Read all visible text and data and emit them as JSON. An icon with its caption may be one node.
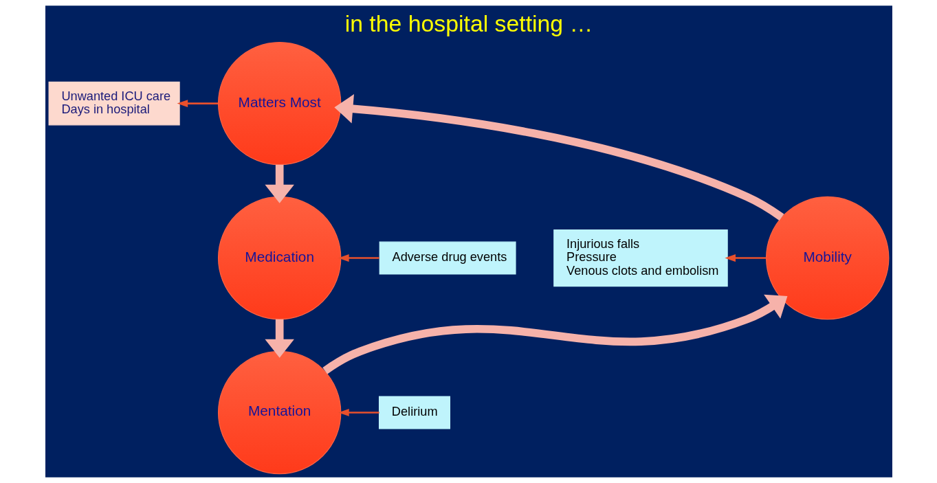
{
  "diagram": {
    "title": "in the hospital setting …",
    "nodes": [
      {
        "text": [
          "Matters Most"
        ]
      },
      {
        "text": [
          "Medication"
        ]
      },
      {
        "text": [
          "Mentation"
        ]
      },
      {
        "text": [
          "Mobility"
        ]
      },
      {
        "text": [
          "Unwanted ICU care",
          "Days in hospital"
        ]
      },
      {
        "text": [
          "Adverse drug events"
        ]
      },
      {
        "text": [
          "Delirium"
        ]
      },
      {
        "text": [
          "Injurious falls",
          "Pressure",
          "Venous clots and embolism"
        ]
      }
    ],
    "edges": [
      {
        "from": 0,
        "to": 1,
        "arrow": "to",
        "style": "thick"
      },
      {
        "from": 1,
        "to": 2,
        "arrow": "to",
        "style": "thick"
      },
      {
        "from": 2,
        "to": 3,
        "arrow": "to",
        "style": "thick"
      },
      {
        "from": 3,
        "to": 0,
        "arrow": "to",
        "style": "thick"
      },
      {
        "from": 0,
        "to": 4,
        "arrow": "to",
        "color": "#e8502c"
      },
      {
        "from": 5,
        "to": 1,
        "arrow": "to",
        "color": "#e8502c"
      },
      {
        "from": 6,
        "to": 2,
        "arrow": "to",
        "color": "#e8502c"
      },
      {
        "from": 3,
        "to": 7,
        "arrow": "to",
        "color": "#e8502c"
      }
    ]
  }
}
